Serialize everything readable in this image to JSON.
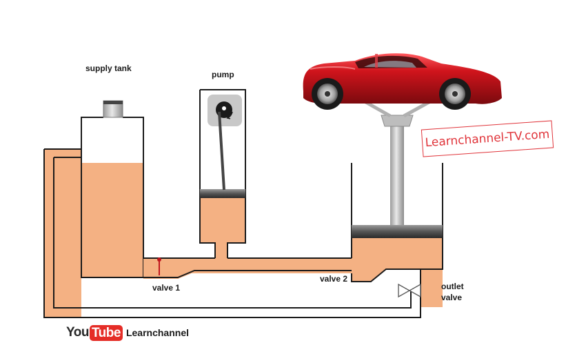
{
  "labels": {
    "supply_tank": "supply tank",
    "pump": "pump",
    "valve1": "valve 1",
    "valve2": "valve 2",
    "outlet_line1": "outlet",
    "outlet_line2": "valve"
  },
  "watermark": "Learnchannel-TV.com",
  "youtube": {
    "you": "You",
    "tube": "Tube",
    "channel": "Learnchannel"
  },
  "colors": {
    "fluid": "#f4b183",
    "wall": "#1a1a1a",
    "valve": "#c0171e",
    "stamp": "#e0343a",
    "car": "#c8141c",
    "steel": "#b9b9b9"
  },
  "icons": [
    "car-icon",
    "pump-wheel-icon",
    "outlet-valve-icon",
    "youtube-logo"
  ]
}
